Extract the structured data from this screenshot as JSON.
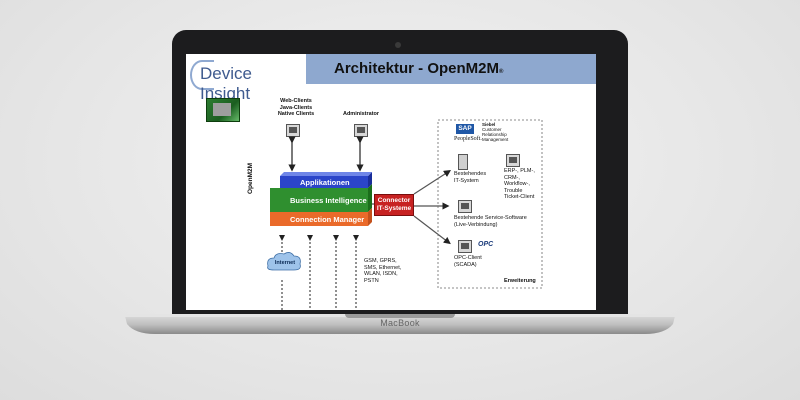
{
  "device": {
    "brand": "MacBook"
  },
  "slide": {
    "logo_text": "Device Insight",
    "title": "Architektur - OpenM2M",
    "title_suffix": "®",
    "product_label": "OpenM2M",
    "clients_label": [
      "Web-Clients",
      "Java-Clients",
      "Native Clients"
    ],
    "admin_label": "Administrator",
    "layers": {
      "applikationen": "Applikationen",
      "business_intelligence": "Business Intelligence",
      "connection_manager": "Connection Manager"
    },
    "connector": [
      "Connector",
      "IT-Systeme"
    ],
    "internet": "Internet",
    "networks": [
      "GSM, GPRS,",
      "SMS, Ethernet,",
      "WLAN, ISDN,",
      "PSTN"
    ],
    "sap_logo": "SAP",
    "peoplesoft": "PeopleSoft.",
    "siebel": [
      "Siebel",
      "Customer",
      "Relationship",
      "Management"
    ],
    "bestehendes_it": [
      "Bestehendes",
      "IT-System"
    ],
    "erp": [
      "ERP-, PLM-,",
      "CRM-,",
      "Workflow-,",
      "Trouble",
      "Ticket-Client"
    ],
    "service_software": [
      "Bestehende Service-Software",
      "(Live-Verbindung)"
    ],
    "opc_logo": "OPC",
    "opc_client": [
      "OPC-Client",
      "(SCADA)"
    ],
    "erweiterung": "Erweiterung"
  }
}
